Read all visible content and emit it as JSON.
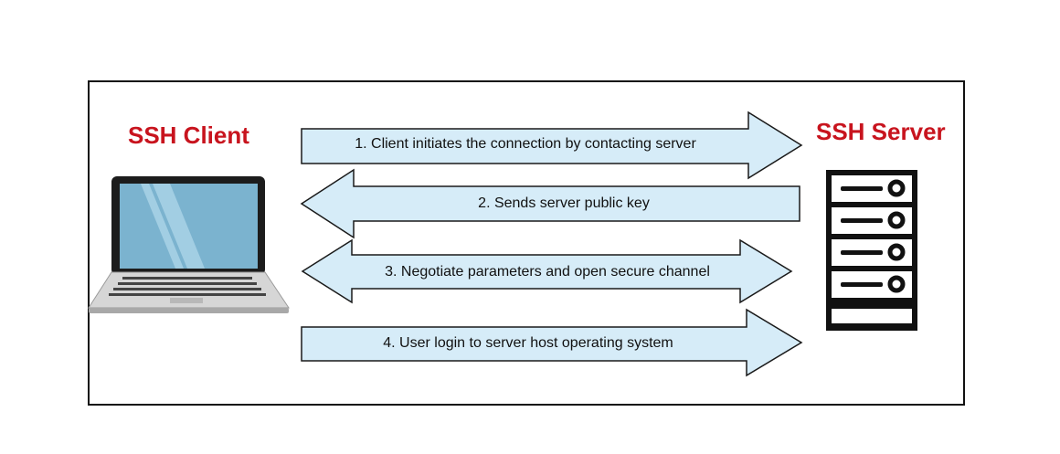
{
  "client": {
    "label": "SSH Client",
    "icon": "laptop-icon"
  },
  "server": {
    "label": "SSH Server",
    "icon": "server-rack-icon"
  },
  "steps": [
    {
      "label": "1. Client initiates the connection by contacting server",
      "direction": "client-to-server"
    },
    {
      "label": "2. Sends server public key",
      "direction": "server-to-client"
    },
    {
      "label": "3. Negotiate parameters and open secure channel",
      "direction": "bidirectional"
    },
    {
      "label": "4. User login to server host operating system",
      "direction": "client-to-server"
    }
  ],
  "colors": {
    "label": "#c8141e",
    "arrow_fill": "#d6ecf8",
    "arrow_stroke": "#1a1a1a",
    "screen": "#7bb3cf",
    "frame": "#111111"
  }
}
